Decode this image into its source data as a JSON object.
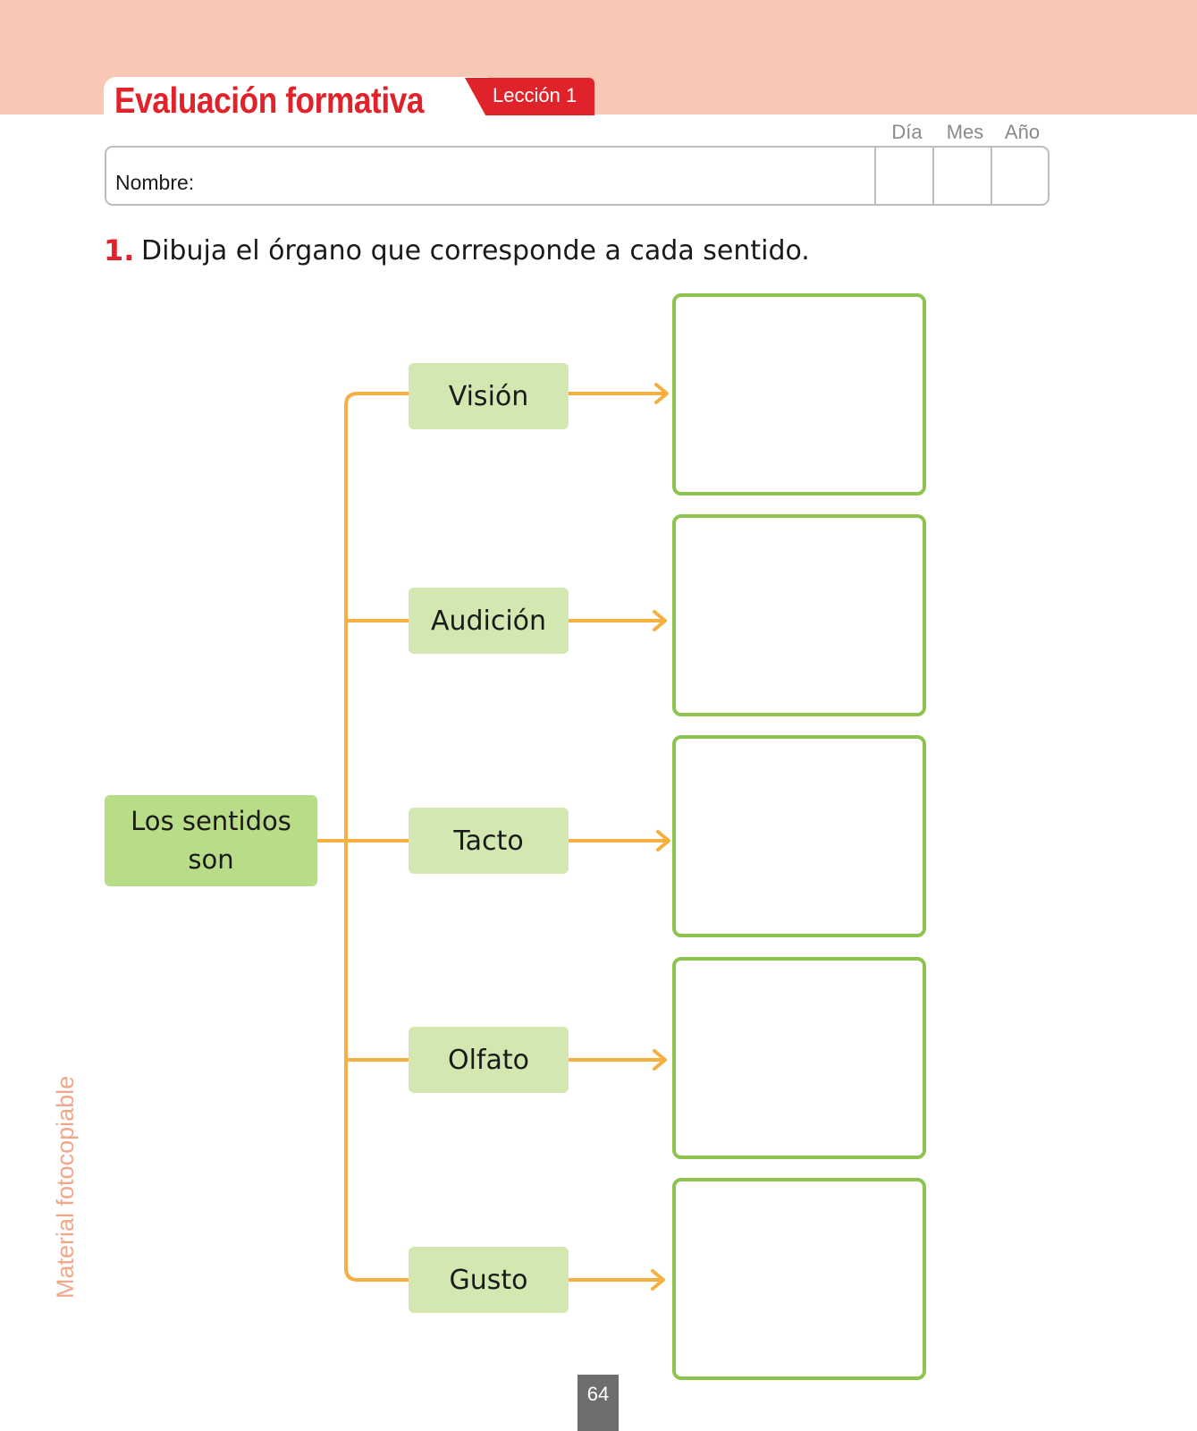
{
  "header": {
    "title": "Evaluación formativa",
    "lesson": "Lección 1"
  },
  "name_row": {
    "name_label": "Nombre:",
    "date_labels": [
      "Día",
      "Mes",
      "Año"
    ]
  },
  "question": {
    "number": "1.",
    "text": "Dibuja el órgano que corresponde a cada sentido."
  },
  "diagram": {
    "root": "Los sentidos son",
    "senses": [
      "Visión",
      "Audición",
      "Tacto",
      "Olfato",
      "Gusto"
    ]
  },
  "side_note": "Material fotocopiable",
  "page_number": "64",
  "colors": {
    "band": "#f9c8b4",
    "accent_red": "#e0232b",
    "root_green": "#b9dc88",
    "sense_green": "#d3e8b1",
    "box_border_green": "#8cc44f",
    "connector_orange": "#f5b041"
  }
}
